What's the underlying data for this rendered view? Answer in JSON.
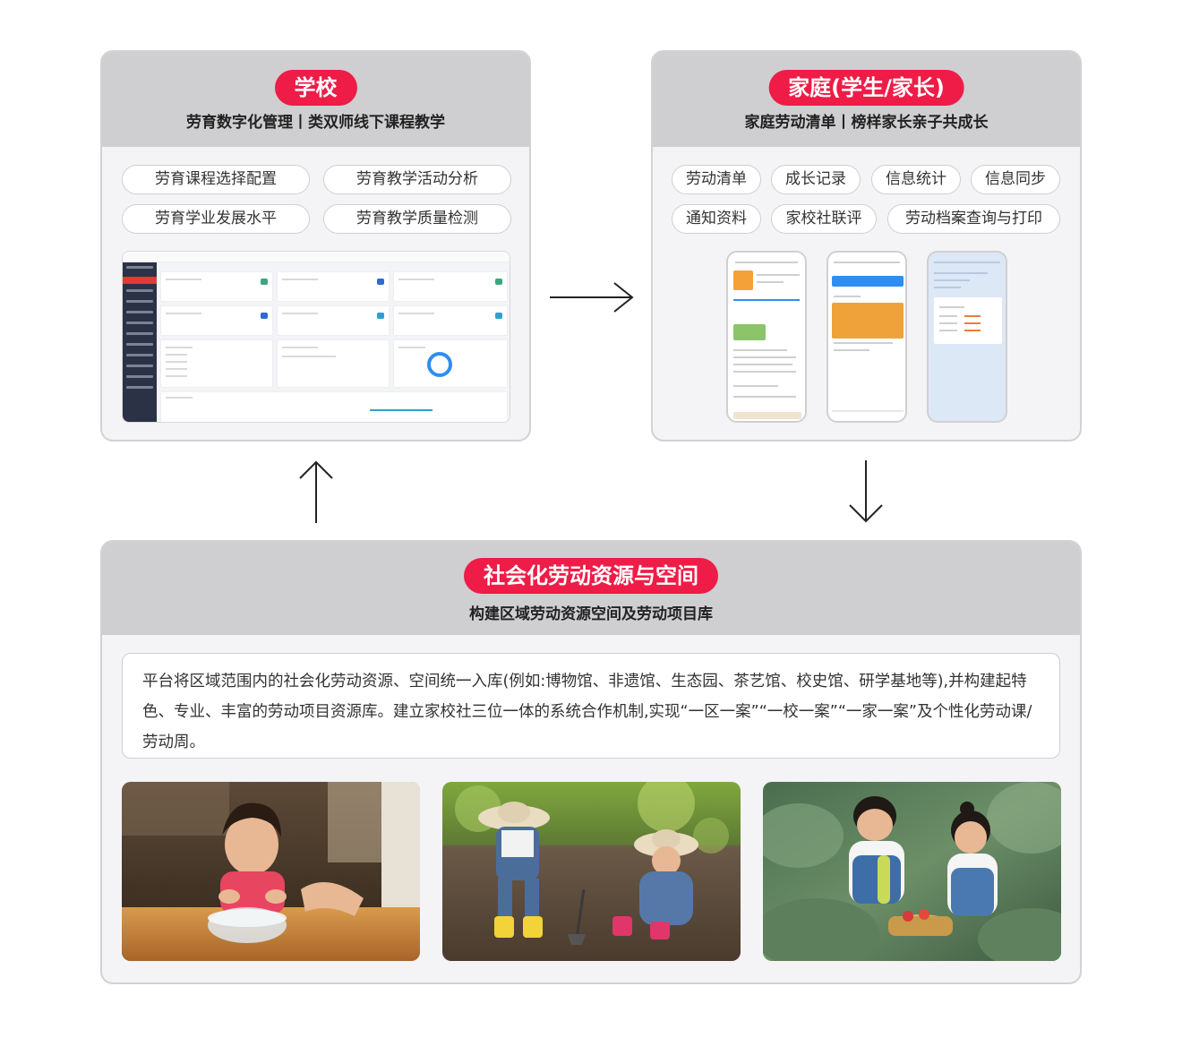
{
  "school": {
    "badge": "学校",
    "subtitle": "劳育数字化管理丨类双师线下课程教学",
    "features": [
      "劳育课程选择配置",
      "劳育教学活动分析",
      "劳育学业发展水平",
      "劳育教学质量检测"
    ]
  },
  "family": {
    "badge": "家庭(学生/家长)",
    "subtitle": "家庭劳动清单丨榜样家长亲子共成长",
    "features_row1": [
      "劳动清单",
      "成长记录",
      "信息统计",
      "信息同步"
    ],
    "features_row2": [
      "通知资料",
      "家校社联评",
      "劳动档案查询与打印"
    ]
  },
  "society": {
    "badge": "社会化劳动资源与空间",
    "subtitle": "构建区域劳动资源空间及劳动项目库",
    "description": "平台将区域范围内的社会化劳动资源、空间统一入库(例如:博物馆、非遗馆、生态园、茶艺馆、校史馆、研学基地等),并构建起特色、专业、丰富的劳动项目资源库。建立家校社三位一体的系统合作机制,实现“一区一案”“一校一案”“一家一案”及个性化劳动课/劳动周。"
  },
  "colors": {
    "accent": "#ee1c47",
    "header_gray": "#cfcfd1",
    "panel_bg": "#f4f4f6"
  }
}
